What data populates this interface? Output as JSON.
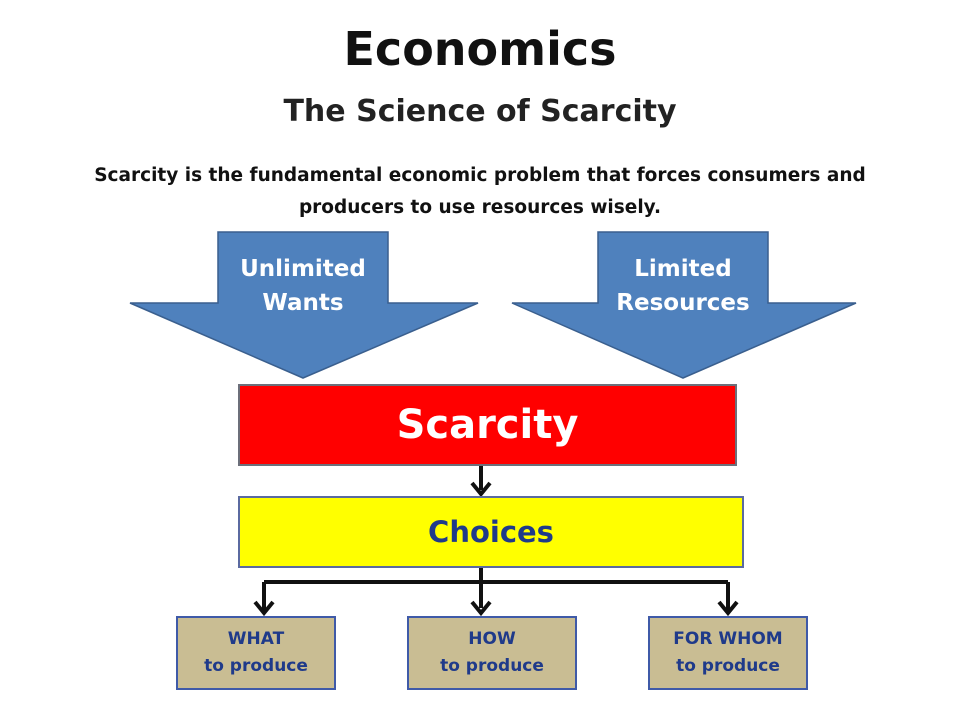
{
  "header": {
    "title": "Economics",
    "subtitle": "The Science of Scarcity",
    "description": "Scarcity is the fundamental economic problem that forces consumers and producers to use resources wisely."
  },
  "inputs": [
    {
      "line1": "Unlimited",
      "line2": "Wants"
    },
    {
      "line1": "Limited",
      "line2": "Resources"
    }
  ],
  "center": {
    "scarcity": "Scarcity",
    "choices": "Choices"
  },
  "questions": [
    {
      "line1": "WHAT",
      "line2": "to produce"
    },
    {
      "line1": "HOW",
      "line2": "to produce"
    },
    {
      "line1": "FOR WHOM",
      "line2": "to produce"
    }
  ],
  "colors": {
    "arrow_fill": "#4f81bd",
    "scarcity_fill": "#ff0000",
    "choices_fill": "#ffff00",
    "question_fill": "#c9bd93",
    "text_blue": "#1f3a8a"
  }
}
